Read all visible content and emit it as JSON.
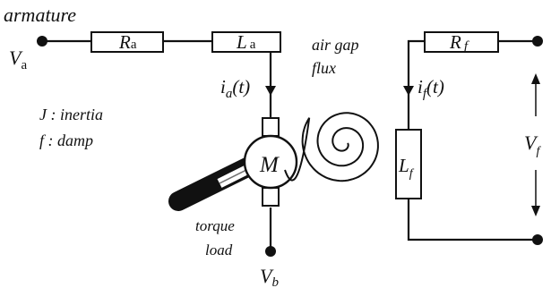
{
  "diagram": {
    "armature_label": "armature",
    "va_label": "V",
    "va_sub": "a",
    "ra_label": "R",
    "ra_sub": "a",
    "la_label": "L",
    "la_sub": "a",
    "ia_label": "i",
    "ia_sub": "a",
    "ia_arg": "(t)",
    "inertia_label": "J : inertia",
    "damp_label": "f : damp",
    "motor_label": "M",
    "airgap_line1": "air gap",
    "airgap_line2": "flux",
    "rf_label": "R",
    "rf_sub": "f",
    "if_label": "i",
    "if_sub": "f",
    "if_arg": "(t)",
    "lf_label": "L",
    "lf_sub": "f",
    "vf_label": "V",
    "vf_sub": "f",
    "torque_line1": "torque",
    "torque_line2": "load",
    "vb_label": "V",
    "vb_sub": "b"
  }
}
